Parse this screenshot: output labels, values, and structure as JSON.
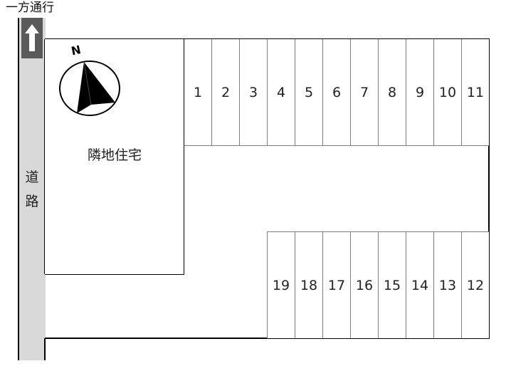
{
  "header": {
    "oneway_label": "一方通行"
  },
  "road": {
    "label_line1": "道",
    "label_line2": "路",
    "arrow_icon": "arrow-up-icon",
    "road_color": "#d9d9d9",
    "arrow_box_color": "#595959"
  },
  "compass": {
    "north_label": "N",
    "icon": "north-arrow-compass-icon"
  },
  "neighbor": {
    "label": "隣地住宅"
  },
  "parking": {
    "top_row": [
      "1",
      "2",
      "3",
      "4",
      "5",
      "6",
      "7",
      "8",
      "9",
      "10",
      "11"
    ],
    "bottom_row": [
      "19",
      "18",
      "17",
      "16",
      "15",
      "14",
      "13",
      "12"
    ],
    "divider_color": "#808080",
    "outline_color": "#000000"
  }
}
